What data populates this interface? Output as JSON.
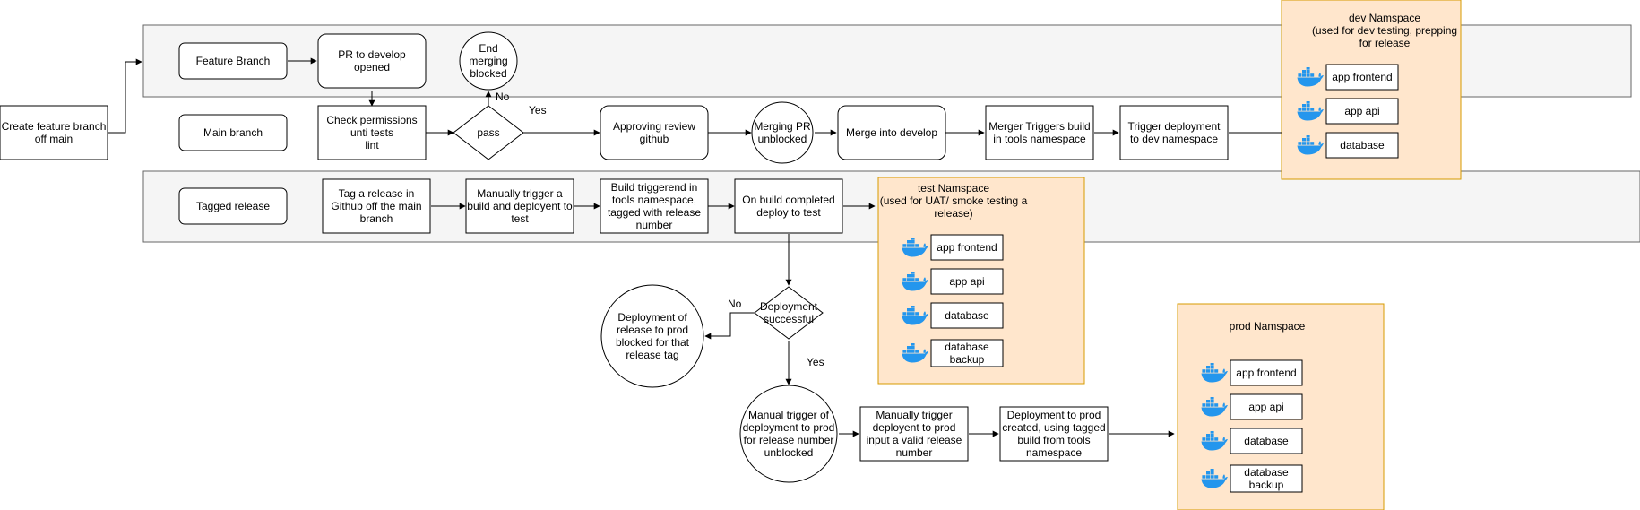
{
  "lanes": {
    "feature": "Feature Branch",
    "main": "Main branch",
    "tagged": "Tagged release"
  },
  "nodes": {
    "create_feature": [
      "Create feature branch",
      "off main"
    ],
    "pr_develop": [
      "PR to develop",
      "opened"
    ],
    "end_merging": [
      "End",
      "merging",
      "blocked"
    ],
    "check_permissions": [
      "Check permissions",
      "unti tests",
      "lint"
    ],
    "pass": [
      "pass"
    ],
    "approving_review": [
      "Approving review",
      "github"
    ],
    "merging_pr": [
      "Merging PR",
      "unblocked"
    ],
    "merge_develop": [
      "Merge into develop"
    ],
    "merger_triggers": [
      "Merger Triggers build",
      "in tools namespace"
    ],
    "trigger_dev": [
      "Trigger deployment",
      "to dev namespace"
    ],
    "tag_release": [
      "Tag a release in",
      "Github off the main",
      "branch"
    ],
    "manual_build": [
      "Manually trigger a",
      "build and deployent to",
      "test"
    ],
    "build_triggered": [
      "Build triggerend in",
      "tools namespace,",
      "tagged with release",
      "number"
    ],
    "on_build_completed": [
      "On build completed",
      "deploy to test"
    ],
    "deployment_successful": [
      "Deployment",
      "successful"
    ],
    "blocked_prod": [
      "Deployment of",
      "release to prod",
      "blocked for that",
      "release tag"
    ],
    "manual_trigger_prod": [
      "Manual trigger of",
      "deployment to prod",
      "for release number",
      "unblocked"
    ],
    "manual_deploy_prod": [
      "Manually trigger",
      "deployent to prod",
      "input a valid release",
      "number"
    ],
    "deploy_prod_created": [
      "Deployment to prod",
      "created, using tagged",
      "build from tools",
      "namespace"
    ]
  },
  "edge_labels": {
    "pass_no": "No",
    "pass_yes": "Yes",
    "deploy_no": "No",
    "deploy_yes": "Yes"
  },
  "namespaces": {
    "dev": {
      "title": [
        "dev Namspace",
        "(used for dev testing, prepping",
        "for release"
      ],
      "services": [
        [
          "app frontend"
        ],
        [
          "app api"
        ],
        [
          "database"
        ]
      ]
    },
    "test": {
      "title": [
        "test Namspace",
        "(used for UAT/ smoke testing a",
        "release)"
      ],
      "services": [
        [
          "app frontend"
        ],
        [
          "app api"
        ],
        [
          "database"
        ],
        [
          "database",
          "backup"
        ]
      ]
    },
    "prod": {
      "title": [
        "prod Namspace"
      ],
      "services": [
        [
          "app frontend"
        ],
        [
          "app api"
        ],
        [
          "database"
        ],
        [
          "database",
          "backup"
        ]
      ]
    }
  },
  "icons": {
    "service": "docker-whale-icon"
  },
  "colors": {
    "lane_fill": "#f5f5f5",
    "lane_stroke": "#666666",
    "namespace_fill": "#ffe6cc",
    "namespace_stroke": "#d79b00",
    "docker_blue": "#2496ed"
  }
}
